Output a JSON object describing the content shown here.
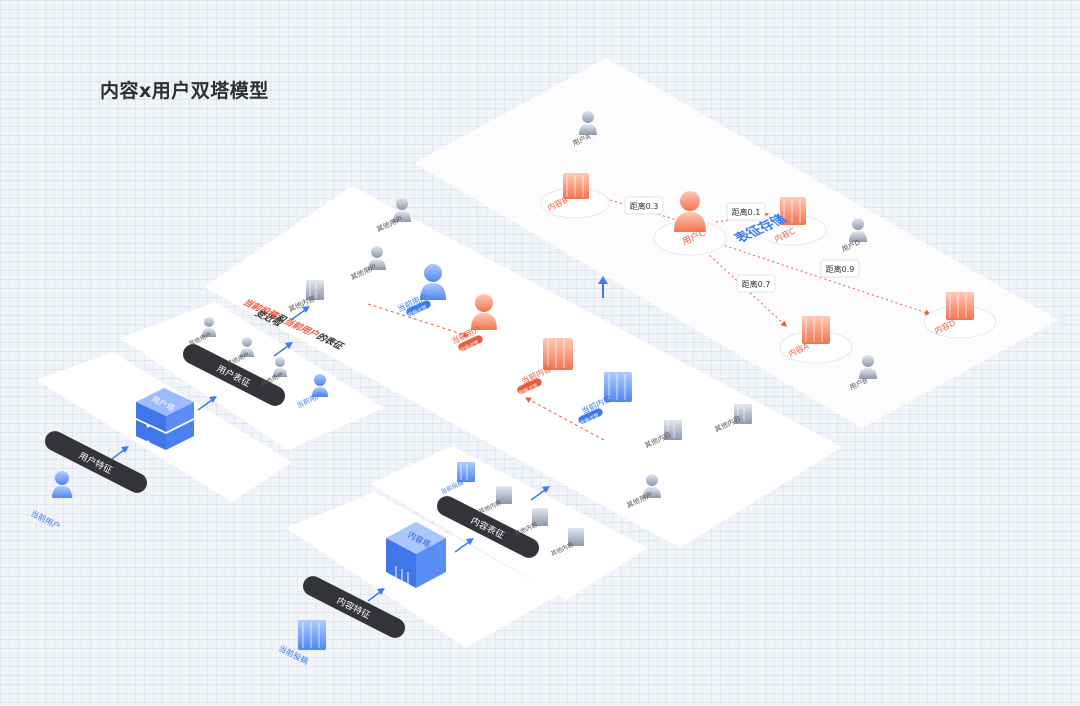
{
  "title": "内容x用户双塔模型",
  "colors": {
    "blue": "#3d7bf0",
    "red": "#ef5a3c",
    "dark": "#32343a",
    "gray": "#8a93a8"
  },
  "pills": {
    "user_feature": "用户特征",
    "user_repr": "用户表征",
    "content_feature": "内容特征",
    "content_repr": "内容表征"
  },
  "towers": {
    "user": "用户塔",
    "content": "内容塔"
  },
  "storage_label": "表征存储",
  "labels": {
    "current_user": "当前用户",
    "current_post": "当前投稿",
    "current_content": "当前内容",
    "other_user": "其他用户",
    "other_content": "其他内容",
    "tag_small": "投稿点赞",
    "user_a": "用户A",
    "user_b": "用户B",
    "user_c": "用户C",
    "user_d": "用户D",
    "content_a": "内容A",
    "content_b": "内容B",
    "content_c": "内容C",
    "content_d": "内容D"
  },
  "mid_note": {
    "p1": "当前投稿",
    "p2": "和",
    "p3": "当前用户",
    "p4": "的表征",
    "line2": "变近啦"
  },
  "distances": {
    "b": "距离0.3",
    "c": "距离0.1",
    "a": "距离0.7",
    "d": "距离0.9"
  }
}
